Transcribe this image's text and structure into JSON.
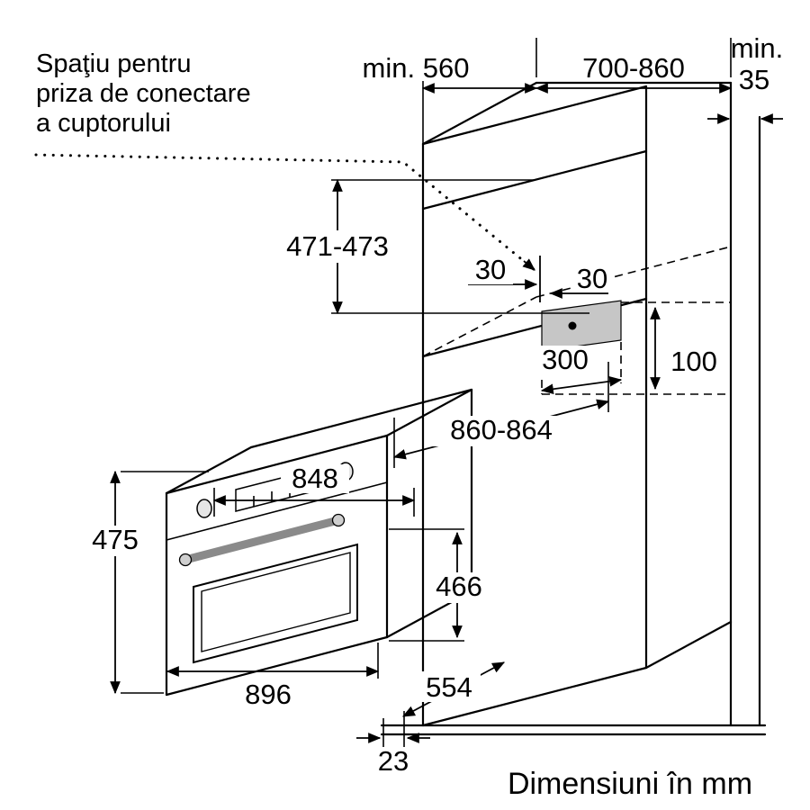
{
  "note": {
    "line1": "Spaţiu pentru",
    "line2": "priza de conectare",
    "line3": "a cuptorului"
  },
  "dimensions": {
    "cabinet_depth": "min. 560",
    "cabinet_width": "700-860",
    "wall_gap_line1": "min.",
    "wall_gap_line2": "35",
    "niche_height": "471-473",
    "socket_offset_left": "30",
    "socket_offset_right": "30",
    "socket_area_width": "300",
    "socket_area_height": "100",
    "niche_width": "860-864",
    "oven_inner_width": "848",
    "oven_height": "475",
    "oven_front_height": "466",
    "oven_width": "896",
    "oven_depth": "554",
    "door_overhang": "23"
  },
  "footer": {
    "units_label": "Dimensiuni în mm"
  },
  "colors": {
    "line": "#000000",
    "socket_fill": "#c6c6c6",
    "handle": "#8a8a8a"
  }
}
